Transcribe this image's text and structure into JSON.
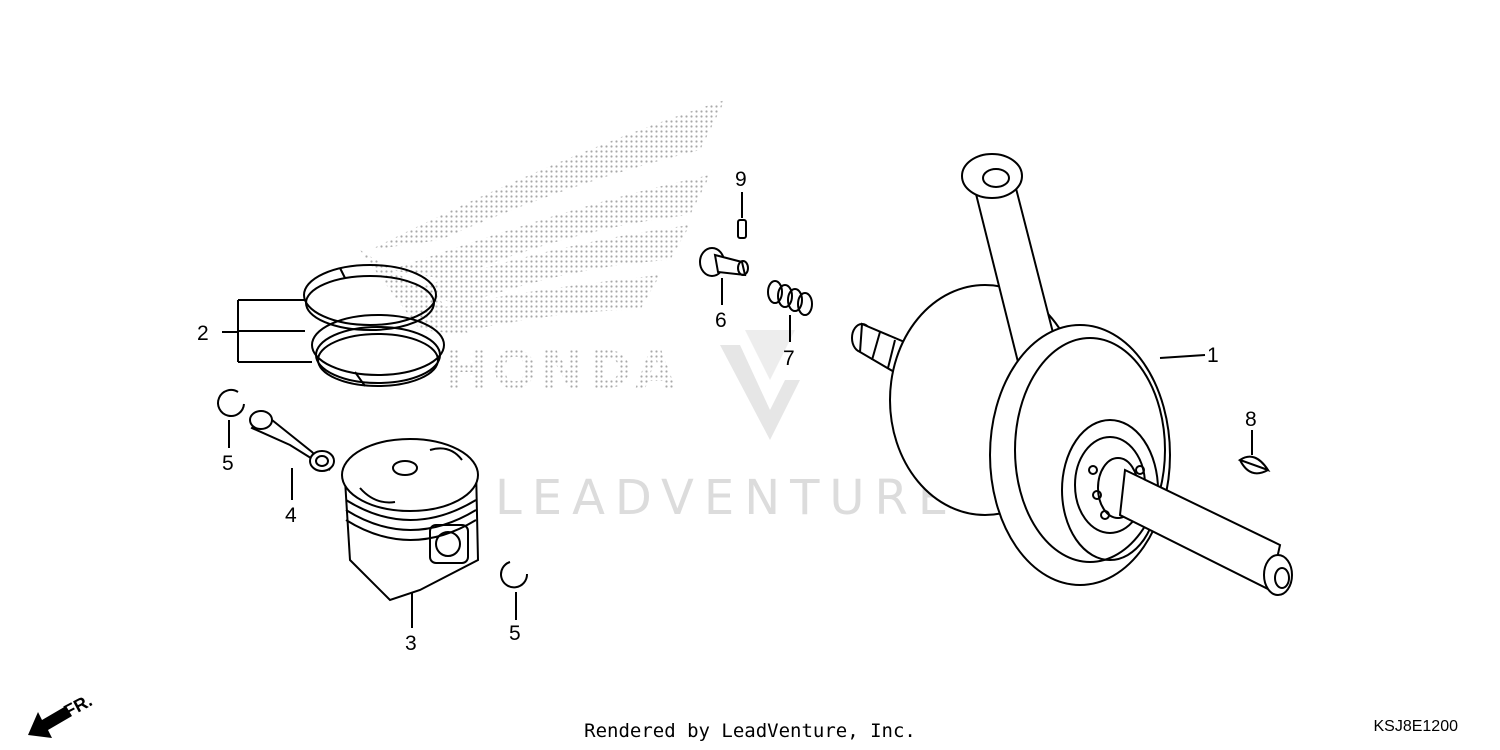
{
  "diagram": {
    "watermark_brand": "HONDA",
    "watermark_text": "LEADVENTURE",
    "direction_label": "FR.",
    "callouts": [
      {
        "id": "c1",
        "label": "1",
        "part": "crankshaft"
      },
      {
        "id": "c2",
        "label": "2",
        "part": "piston-rings"
      },
      {
        "id": "c3",
        "label": "3",
        "part": "piston"
      },
      {
        "id": "c4",
        "label": "4",
        "part": "piston-pin"
      },
      {
        "id": "c5a",
        "label": "5",
        "part": "pin-clip-left"
      },
      {
        "id": "c5b",
        "label": "5",
        "part": "pin-clip-right"
      },
      {
        "id": "c6",
        "label": "6",
        "part": "bolt"
      },
      {
        "id": "c7",
        "label": "7",
        "part": "spring"
      },
      {
        "id": "c8",
        "label": "8",
        "part": "woodruff-key"
      },
      {
        "id": "c9",
        "label": "9",
        "part": "pin"
      }
    ]
  },
  "footer": {
    "credit": "Rendered by LeadVenture, Inc.",
    "code": "KSJ8E1200"
  }
}
